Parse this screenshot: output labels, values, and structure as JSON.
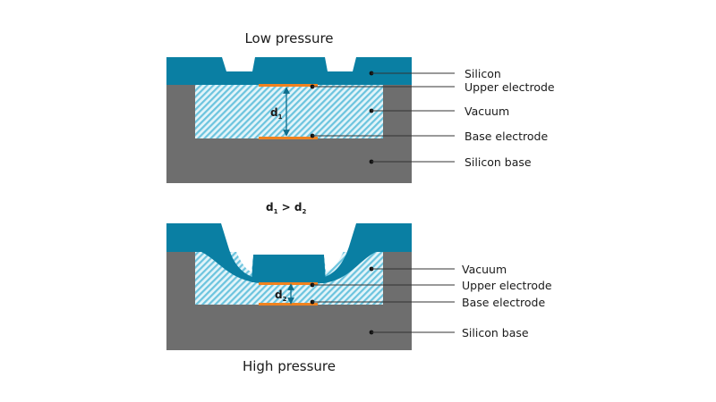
{
  "colors": {
    "silicon": "#0a7fa3",
    "silicon_base": "#6e6e6e",
    "vacuum_fill": "#e3f4f9",
    "vacuum_hatch": "#6cc4de",
    "electrode": "#f0821e",
    "arrow": "#0f6e8c",
    "text": "#1a1a1a"
  },
  "top_diagram": {
    "title": "Low pressure",
    "gap_label": "d",
    "gap_subscript": "1",
    "labels": [
      "Silicon",
      "Upper electrode",
      "Vacuum",
      "Base electrode",
      "Silicon base"
    ]
  },
  "comparison": {
    "left": "d",
    "left_sub": "1",
    "operator": " > ",
    "right": "d",
    "right_sub": "2"
  },
  "bottom_diagram": {
    "title": "High pressure",
    "gap_label": "d",
    "gap_subscript": "2",
    "labels": [
      "Vacuum",
      "Upper electrode",
      "Base electrode",
      "Silicon base"
    ]
  }
}
